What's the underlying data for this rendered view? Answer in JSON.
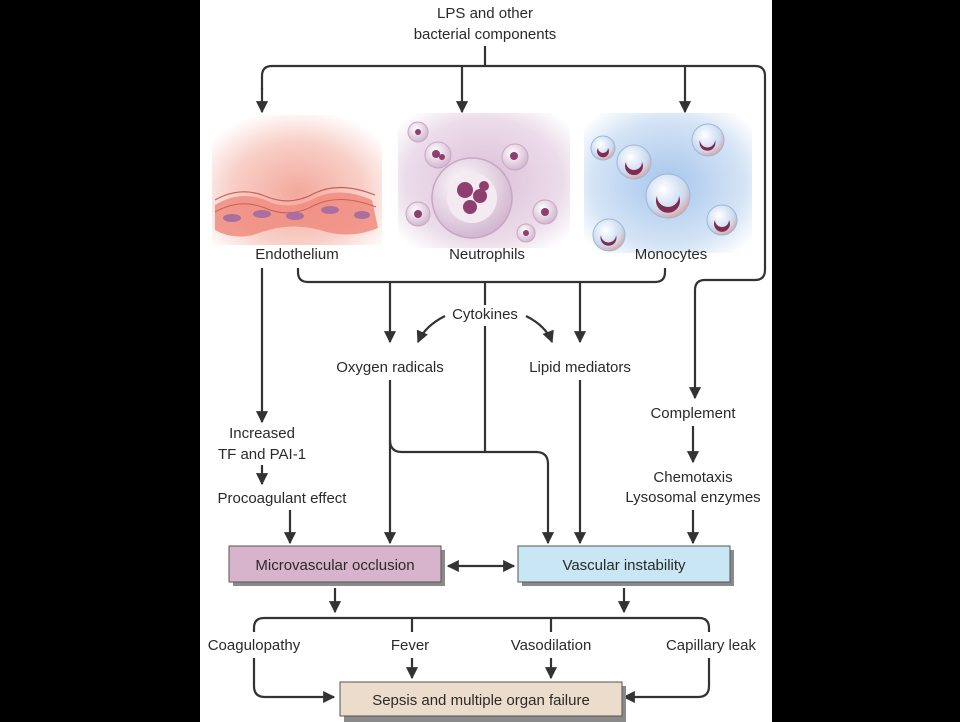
{
  "source": {
    "line1": "LPS and other",
    "line2": "bacterial components"
  },
  "cells": {
    "endothelium": "Endothelium",
    "neutrophils": "Neutrophils",
    "monocytes": "Monocytes"
  },
  "mediators": {
    "cytokines": "Cytokines",
    "oxygen_radicals": "Oxygen radicals",
    "lipid_mediators": "Lipid mediators",
    "complement": "Complement",
    "chemotaxis": "Chemotaxis",
    "lysosomal": "Lysosomal enzymes",
    "increased": "Increased",
    "tf_pai": "TF and PAI-1",
    "procoagulant": "Procoagulant effect"
  },
  "boxes": {
    "microvascular": "Microvascular occlusion",
    "vascular": "Vascular instability",
    "sepsis": "Sepsis and multiple organ failure"
  },
  "outcomes": {
    "coagulopathy": "Coagulopathy",
    "fever": "Fever",
    "vasodilation": "Vasodilation",
    "capillary_leak": "Capillary leak"
  },
  "colors": {
    "microvascular_box": "#d8b4cc",
    "vascular_box": "#c8e6f3",
    "sepsis_box": "#ecdccb",
    "endothelium_tint": "#f2b8ae",
    "neutrophil_tint": "#e6cfe2",
    "monocyte_tint": "#b9d3ef"
  }
}
